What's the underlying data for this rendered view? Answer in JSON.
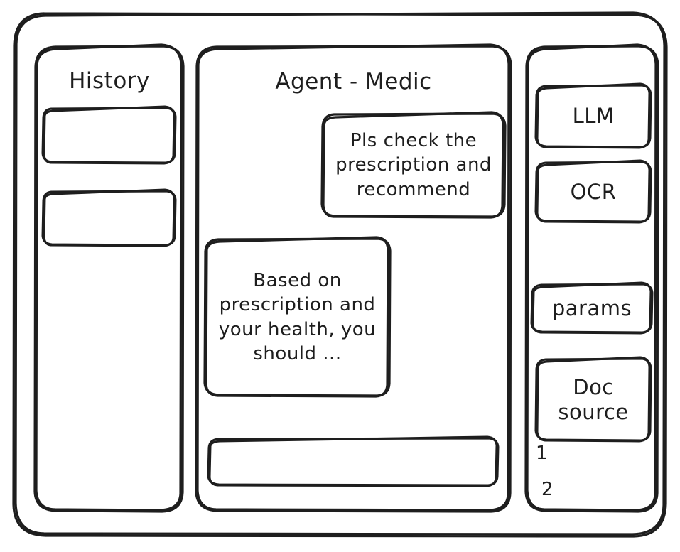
{
  "window": {
    "name": "app-window-frame"
  },
  "sidebar_left": {
    "title": "History",
    "items": [
      {
        "label": ""
      },
      {
        "label": ""
      }
    ]
  },
  "main": {
    "title": "Agent - Medic",
    "messages": [
      {
        "role": "user",
        "text": "Pls check the prescription and recommend"
      },
      {
        "role": "assistant",
        "text": "Based on prescription and your health, you should ..."
      }
    ],
    "composer": {
      "value": "",
      "placeholder": ""
    }
  },
  "sidebar_right": {
    "tools": [
      {
        "label": "LLM"
      },
      {
        "label": "OCR"
      },
      {
        "label": "params"
      },
      {
        "label": "Doc source"
      }
    ],
    "doc_list": [
      {
        "label": "1"
      },
      {
        "label": "2"
      }
    ]
  },
  "colors": {
    "stroke": "#1e1e1e",
    "background": "#ffffff"
  }
}
